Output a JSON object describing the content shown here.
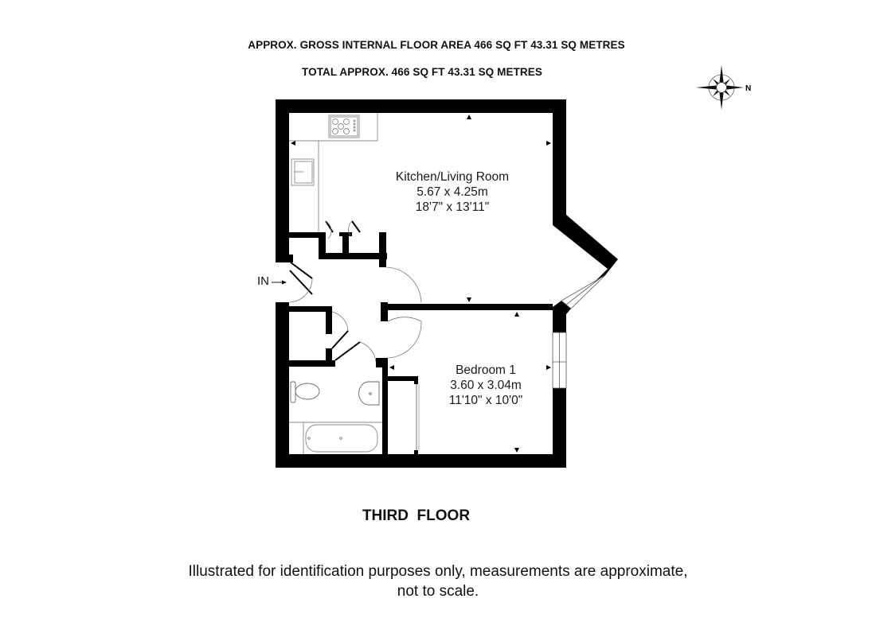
{
  "header": {
    "gross_area": "APPROX. GROSS INTERNAL FLOOR AREA 466 SQ FT 43.31 SQ METRES",
    "total_area": "TOTAL APPROX.  466 SQ FT  43.31 SQ METRES"
  },
  "compass": {
    "icon": "compass-rose-icon",
    "north_label": "N",
    "orientation": "north points right"
  },
  "rooms": [
    {
      "name": "Kitchen/Living Room",
      "metric": "5.67 x 4.25m",
      "imperial": "18'7\" x 13'11\""
    },
    {
      "name": "Bedroom 1",
      "metric": "3.60 x 3.04m",
      "imperial": "11'10\" x 10'0\""
    }
  ],
  "fixtures": [
    "hob-icon",
    "kitchen-sink-icon",
    "toilet-icon",
    "basin-icon",
    "bath-icon"
  ],
  "entrance": {
    "label": "IN",
    "icon": "arrow-right-icon"
  },
  "floor_title": "THIRD  FLOOR",
  "disclaimer": {
    "line1": "Illustrated for identification purposes only, measurements are approximate,",
    "line2": "not to scale."
  },
  "colors": {
    "wall": "#000000",
    "fixture_line": "#8a8a8a",
    "background": "#ffffff"
  }
}
